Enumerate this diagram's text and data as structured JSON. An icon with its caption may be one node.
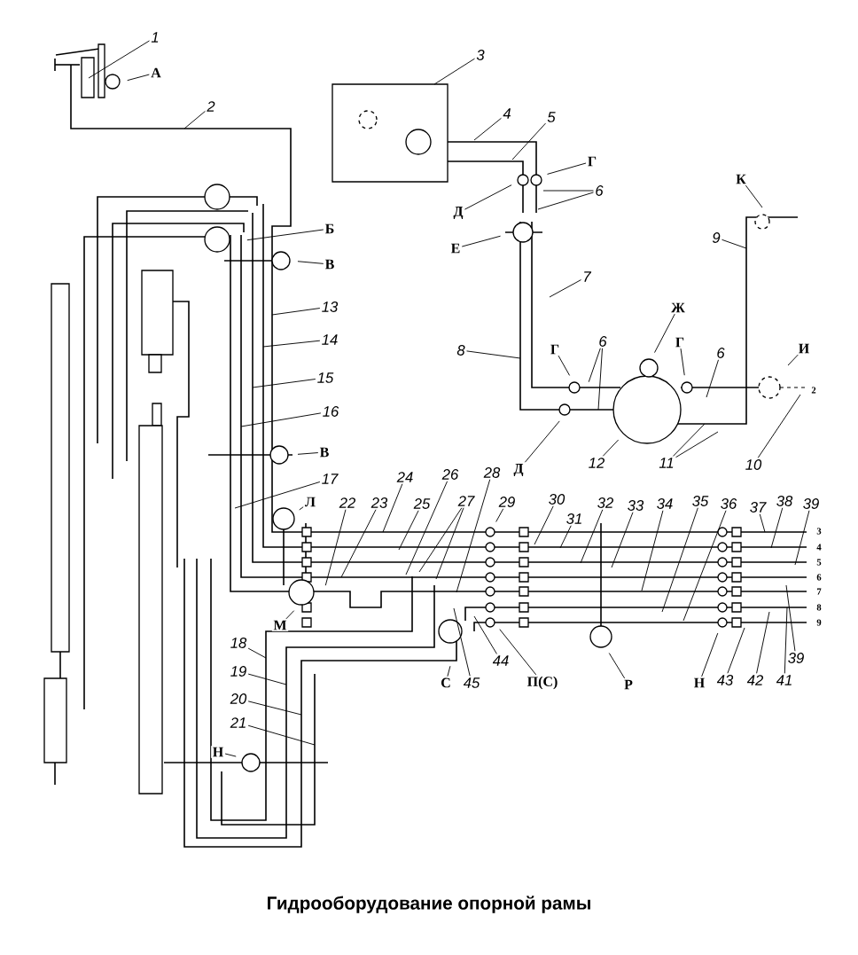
{
  "diagram": {
    "caption": "Гидрооборудование опорной рамы",
    "nodes": [
      {
        "text": [
          "1"
        ]
      },
      {
        "text": [
          "А"
        ]
      },
      {
        "text": [
          "2"
        ]
      },
      {
        "text": [
          "3"
        ]
      },
      {
        "text": [
          "4"
        ]
      },
      {
        "text": [
          "5"
        ]
      },
      {
        "text": [
          "Г"
        ]
      },
      {
        "text": [
          "6"
        ]
      },
      {
        "text": [
          "Д"
        ]
      },
      {
        "text": [
          "К"
        ]
      },
      {
        "text": [
          "Б"
        ]
      },
      {
        "text": [
          "Е"
        ]
      },
      {
        "text": [
          "9"
        ]
      },
      {
        "text": [
          "В"
        ]
      },
      {
        "text": [
          "7"
        ]
      },
      {
        "text": [
          "Ж"
        ]
      },
      {
        "text": [
          "13"
        ]
      },
      {
        "text": [
          "14"
        ]
      },
      {
        "text": [
          "8"
        ]
      },
      {
        "text": [
          "Г"
        ]
      },
      {
        "text": [
          "6"
        ]
      },
      {
        "text": [
          "Г"
        ]
      },
      {
        "text": [
          "6"
        ]
      },
      {
        "text": [
          "И"
        ]
      },
      {
        "text": [
          "15"
        ]
      },
      {
        "text": [
          "16"
        ]
      },
      {
        "text": [
          "В"
        ]
      },
      {
        "text": [
          "Д"
        ]
      },
      {
        "text": [
          "12"
        ]
      },
      {
        "text": [
          "11"
        ]
      },
      {
        "text": [
          "10"
        ]
      },
      {
        "text": [
          "17"
        ]
      },
      {
        "text": [
          "24"
        ]
      },
      {
        "text": [
          "26"
        ]
      },
      {
        "text": [
          "28"
        ]
      },
      {
        "text": [
          "Л"
        ]
      },
      {
        "text": [
          "22"
        ]
      },
      {
        "text": [
          "23"
        ]
      },
      {
        "text": [
          "25"
        ]
      },
      {
        "text": [
          "27"
        ]
      },
      {
        "text": [
          "29"
        ]
      },
      {
        "text": [
          "30"
        ]
      },
      {
        "text": [
          "31"
        ]
      },
      {
        "text": [
          "32"
        ]
      },
      {
        "text": [
          "33"
        ]
      },
      {
        "text": [
          "34"
        ]
      },
      {
        "text": [
          "35"
        ]
      },
      {
        "text": [
          "36"
        ]
      },
      {
        "text": [
          "37"
        ]
      },
      {
        "text": [
          "38"
        ]
      },
      {
        "text": [
          "39"
        ]
      },
      {
        "text": [
          "М"
        ]
      },
      {
        "text": [
          "18"
        ]
      },
      {
        "text": [
          "44"
        ]
      },
      {
        "text": [
          "39"
        ]
      },
      {
        "text": [
          "19"
        ]
      },
      {
        "text": [
          "С"
        ]
      },
      {
        "text": [
          "45"
        ]
      },
      {
        "text": [
          "П(С)"
        ]
      },
      {
        "text": [
          "Р"
        ]
      },
      {
        "text": [
          "Н"
        ]
      },
      {
        "text": [
          "43"
        ]
      },
      {
        "text": [
          "42"
        ]
      },
      {
        "text": [
          "41"
        ]
      },
      {
        "text": [
          "20"
        ]
      },
      {
        "text": [
          "21"
        ]
      },
      {
        "text": [
          "Н"
        ]
      }
    ],
    "edges": [
      {
        "from": 0,
        "to": null,
        "arrow": "none"
      },
      {
        "from": 1,
        "to": null,
        "arrow": "none"
      },
      {
        "from": 2,
        "to": null,
        "arrow": "none"
      },
      {
        "from": 3,
        "to": null,
        "arrow": "none"
      },
      {
        "from": 4,
        "to": null,
        "arrow": "none"
      },
      {
        "from": 5,
        "to": null,
        "arrow": "none"
      },
      {
        "from": 6,
        "to": null,
        "arrow": "none"
      },
      {
        "from": 7,
        "to": null,
        "arrow": "none"
      },
      {
        "from": 7,
        "to": null,
        "arrow": "none"
      },
      {
        "from": 8,
        "to": null,
        "arrow": "none"
      },
      {
        "from": 9,
        "to": null,
        "arrow": "none"
      },
      {
        "from": 10,
        "to": null,
        "arrow": "none"
      },
      {
        "from": 11,
        "to": null,
        "arrow": "none"
      },
      {
        "from": 12,
        "to": null,
        "arrow": "none"
      },
      {
        "from": 13,
        "to": null,
        "arrow": "none"
      },
      {
        "from": 14,
        "to": null,
        "arrow": "none"
      },
      {
        "from": 15,
        "to": null,
        "arrow": "none"
      },
      {
        "from": 16,
        "to": null,
        "arrow": "none"
      },
      {
        "from": 17,
        "to": null,
        "arrow": "none"
      },
      {
        "from": 18,
        "to": null,
        "arrow": "none"
      },
      {
        "from": 19,
        "to": null,
        "arrow": "none"
      },
      {
        "from": 20,
        "to": null,
        "arrow": "none"
      },
      {
        "from": 20,
        "to": null,
        "arrow": "none"
      },
      {
        "from": 21,
        "to": null,
        "arrow": "none"
      },
      {
        "from": 22,
        "to": null,
        "arrow": "none"
      },
      {
        "from": 23,
        "to": null,
        "arrow": "none"
      },
      {
        "from": 24,
        "to": null,
        "arrow": "none"
      },
      {
        "from": 25,
        "to": null,
        "arrow": "none"
      },
      {
        "from": 26,
        "to": null,
        "arrow": "none"
      },
      {
        "from": 27,
        "to": null,
        "arrow": "none"
      },
      {
        "from": 28,
        "to": null,
        "arrow": "none"
      },
      {
        "from": 29,
        "to": null,
        "arrow": "none"
      },
      {
        "from": 29,
        "to": null,
        "arrow": "none"
      },
      {
        "from": 30,
        "to": null,
        "arrow": "none"
      },
      {
        "from": 31,
        "to": null,
        "arrow": "none"
      },
      {
        "from": 32,
        "to": null,
        "arrow": "none"
      },
      {
        "from": 33,
        "to": null,
        "arrow": "none"
      },
      {
        "from": 34,
        "to": null,
        "arrow": "none"
      },
      {
        "from": 35,
        "to": null,
        "arrow": "none"
      },
      {
        "from": 36,
        "to": null,
        "arrow": "none"
      },
      {
        "from": 37,
        "to": null,
        "arrow": "none"
      },
      {
        "from": 38,
        "to": null,
        "arrow": "none"
      },
      {
        "from": 39,
        "to": null,
        "arrow": "none"
      },
      {
        "from": 39,
        "to": null,
        "arrow": "none"
      },
      {
        "from": 40,
        "to": null,
        "arrow": "none"
      },
      {
        "from": 41,
        "to": null,
        "arrow": "none"
      },
      {
        "from": 42,
        "to": null,
        "arrow": "none"
      },
      {
        "from": 43,
        "to": null,
        "arrow": "none"
      },
      {
        "from": 44,
        "to": null,
        "arrow": "none"
      },
      {
        "from": 45,
        "to": null,
        "arrow": "none"
      },
      {
        "from": 46,
        "to": null,
        "arrow": "none"
      },
      {
        "from": 47,
        "to": null,
        "arrow": "none"
      },
      {
        "from": 48,
        "to": null,
        "arrow": "none"
      },
      {
        "from": 49,
        "to": null,
        "arrow": "none"
      },
      {
        "from": 50,
        "to": null,
        "arrow": "none"
      },
      {
        "from": 51,
        "to": null,
        "arrow": "none"
      },
      {
        "from": 52,
        "to": null,
        "arrow": "none"
      },
      {
        "from": 53,
        "to": null,
        "arrow": "none"
      },
      {
        "from": 54,
        "to": null,
        "arrow": "none"
      },
      {
        "from": 55,
        "to": null,
        "arrow": "none"
      },
      {
        "from": 56,
        "to": null,
        "arrow": "none"
      },
      {
        "from": 57,
        "to": null,
        "arrow": "none"
      },
      {
        "from": 58,
        "to": null,
        "arrow": "none"
      },
      {
        "from": 59,
        "to": null,
        "arrow": "none"
      },
      {
        "from": 60,
        "to": null,
        "arrow": "none"
      },
      {
        "from": 61,
        "to": null,
        "arrow": "none"
      },
      {
        "from": 62,
        "to": null,
        "arrow": "none"
      },
      {
        "from": 63,
        "to": null,
        "arrow": "none"
      },
      {
        "from": 64,
        "to": null,
        "arrow": "none"
      },
      {
        "from": 65,
        "to": null,
        "arrow": "none"
      },
      {
        "from": 66,
        "to": null,
        "arrow": "none"
      }
    ],
    "labels": [
      "2",
      "3",
      "4",
      "5",
      "6",
      "7",
      "8",
      "9"
    ]
  }
}
